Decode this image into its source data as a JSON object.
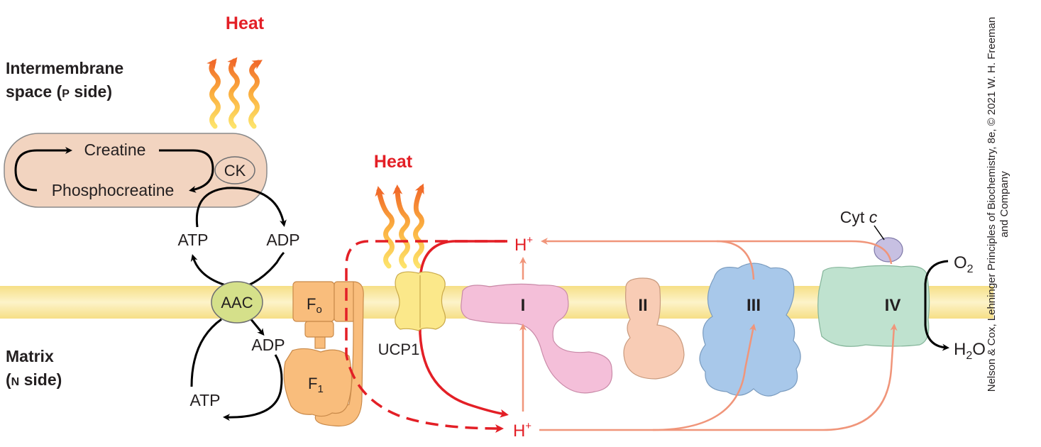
{
  "regions": {
    "intermembrane_line1": "Intermembrane",
    "intermembrane_line2_pre": "space (",
    "intermembrane_p": "P",
    "intermembrane_line2_post": " side)",
    "matrix_line1": "Matrix",
    "matrix_line2_pre": "(",
    "matrix_n": "N",
    "matrix_line2_post": " side)"
  },
  "heat": {
    "top": "Heat",
    "middle": "Heat"
  },
  "creatine_cycle": {
    "creatine": "Creatine",
    "phosphocreatine": "Phosphocreatine",
    "enzyme": "CK"
  },
  "nucleotides": {
    "atp_upper": "ATP",
    "adp_upper": "ADP",
    "adp_lower": "ADP",
    "atp_lower": "ATP"
  },
  "proteins": {
    "aac": "AAC",
    "fo": "F",
    "fo_sub": "o",
    "f1": "F",
    "f1_sub": "1",
    "ucp1": "UCP1",
    "complex_1": "I",
    "complex_2": "II",
    "complex_3": "III",
    "complex_4": "IV",
    "cyt_c": "Cyt ",
    "cyt_c_italic": "c"
  },
  "protons": {
    "h_top": "H",
    "h_bottom": "H",
    "plus": "+"
  },
  "oxygen": {
    "o2": "O",
    "o2_sub": "2",
    "h2o_h": "H",
    "h2o_sub": "2",
    "h2o_o": "O"
  },
  "credit": {
    "line1": "Nelson & Cox, Lehninger Principles of Biochemistry, 8e, © 2021 W. H. Freeman",
    "line2": "and Company"
  },
  "colors": {
    "membrane": "#fbe9a6",
    "creatine_box": "#f2d4c0",
    "aac": "#d5e08a",
    "atp_synthase": "#f9bd7c",
    "ucp1": "#fbe88a",
    "complex_1": "#f4bfd9",
    "complex_2": "#f8ccb5",
    "complex_3": "#a8c8ea",
    "complex_4": "#bfe2cf",
    "cyt_c": "#c7c0e2",
    "heat_red": "#e31f26",
    "proton_path": "#f0957a"
  }
}
